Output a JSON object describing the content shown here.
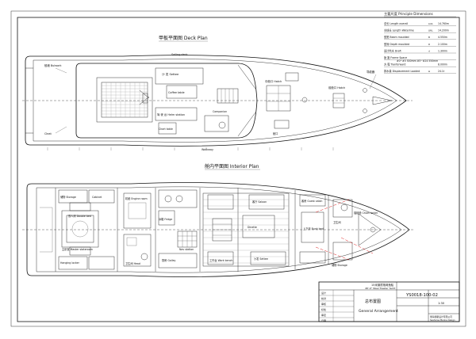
{
  "deck_plan": {
    "title": "甲板平面图 Deck Plan",
    "labels": {
      "sailing_deck": "Sailing deck",
      "settee": "沙 发 Settee",
      "coffee_table": "Coffee table",
      "helm_station": "驾 驶 台 Helm station",
      "chart_table": "Chart table",
      "companion": "Companion",
      "walkway": "Walkway",
      "fwd_hatch": "前舱口 Hatch",
      "mid_hatch": "中舱口 Hatch",
      "hatch": "舱口",
      "bulwark": "舷墙 Bulwark",
      "cleat": "Cleat",
      "fairlead": "导缆器"
    }
  },
  "interior_plan": {
    "title": "舱内平面图 Interior Plan",
    "rooms": [
      {
        "key": "storage_aft",
        "label": "储物 Storage"
      },
      {
        "key": "hanging_locker_aft",
        "label": "Hanging locker"
      },
      {
        "key": "double_berth",
        "label": "双人床 Double bed"
      },
      {
        "key": "master_stateroom",
        "label": "主卧室 Master stateroom"
      },
      {
        "key": "cabinet",
        "label": "Cabinet"
      },
      {
        "key": "head_aft",
        "label": "卫生间 Head"
      },
      {
        "key": "engine_room",
        "label": "机舱 Engine room"
      },
      {
        "key": "fridge",
        "label": "冰箱 Fridge"
      },
      {
        "key": "galley",
        "label": "厨房 Galley"
      },
      {
        "key": "nav_station",
        "label": "Nav station"
      },
      {
        "key": "saloon",
        "label": "客厅 Saloon"
      },
      {
        "key": "dinette",
        "label": "Dinette"
      },
      {
        "key": "settee",
        "label": "沙发 Settee"
      },
      {
        "key": "work_bench",
        "label": "工作台 Work bench"
      },
      {
        "key": "guest_cabin",
        "label": "客房 Guest cabin"
      },
      {
        "key": "bunk_beds",
        "label": "上下床 Bunk bed"
      },
      {
        "key": "head_fwd",
        "label": "卫生间"
      },
      {
        "key": "chain_locker",
        "label": "锚链舱 Chain locker"
      },
      {
        "key": "storage_fwd",
        "label": "储物 Storage"
      }
    ]
  },
  "dimensions": {
    "title": "主要尺度 Principle Dimensions",
    "rows": [
      {
        "label": "总长 Length overall",
        "sym": "LOA",
        "value": "14.760m"
      },
      {
        "label": "水线长 Length Waterline",
        "sym": "LWL",
        "value": "14.200m"
      },
      {
        "label": "型宽 Beam moulded",
        "sym": "B",
        "value": "4.550m"
      },
      {
        "label": "型深 Depth moulded",
        "sym": "D",
        "value": "2.100m"
      },
      {
        "label": "设计吃水 Draft",
        "sym": "d",
        "value": "1.300m"
      },
      {
        "label": "肋 距 Frame Space",
        "sym": "",
        "value": "#0~#5 500mm  #5~#24 550mm"
      },
      {
        "label": "方 程 Tranforward",
        "sym": "",
        "value": "8.000m"
      },
      {
        "label": "排水量 Displacement Loaded",
        "sym": "Δ",
        "value": "24.1t"
      }
    ]
  },
  "title_block": {
    "project_cn": "15米钢质拖网渔船",
    "project_en": "48'-0\" Steel Trawler Yacht",
    "drawing_no": "YS0018-100-02",
    "drawing_title_cn": "总布置图",
    "drawing_title_en": "General Arrangement",
    "scale": "1:30",
    "company": "浙海游艇设计有限公司",
    "company_en": "Seahorse Marine Design",
    "rows": [
      "设计",
      "校对",
      "审核",
      "标检",
      "审定",
      "日期"
    ]
  }
}
